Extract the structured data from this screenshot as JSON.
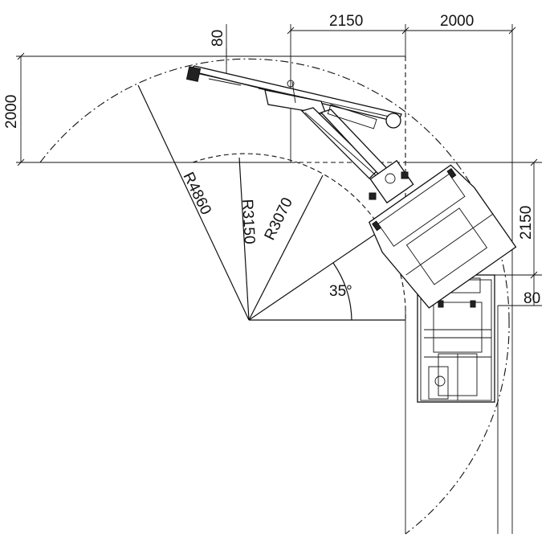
{
  "dimensions": {
    "top_80": "80",
    "top_2150": "2150",
    "top_2000": "2000",
    "left_2000": "2000",
    "right_2150": "2150",
    "right_80": "80"
  },
  "radii": {
    "r_outer": "R4860",
    "r_mid": "R3150",
    "r_inner": "R3070"
  },
  "angle": {
    "label": "35°"
  }
}
